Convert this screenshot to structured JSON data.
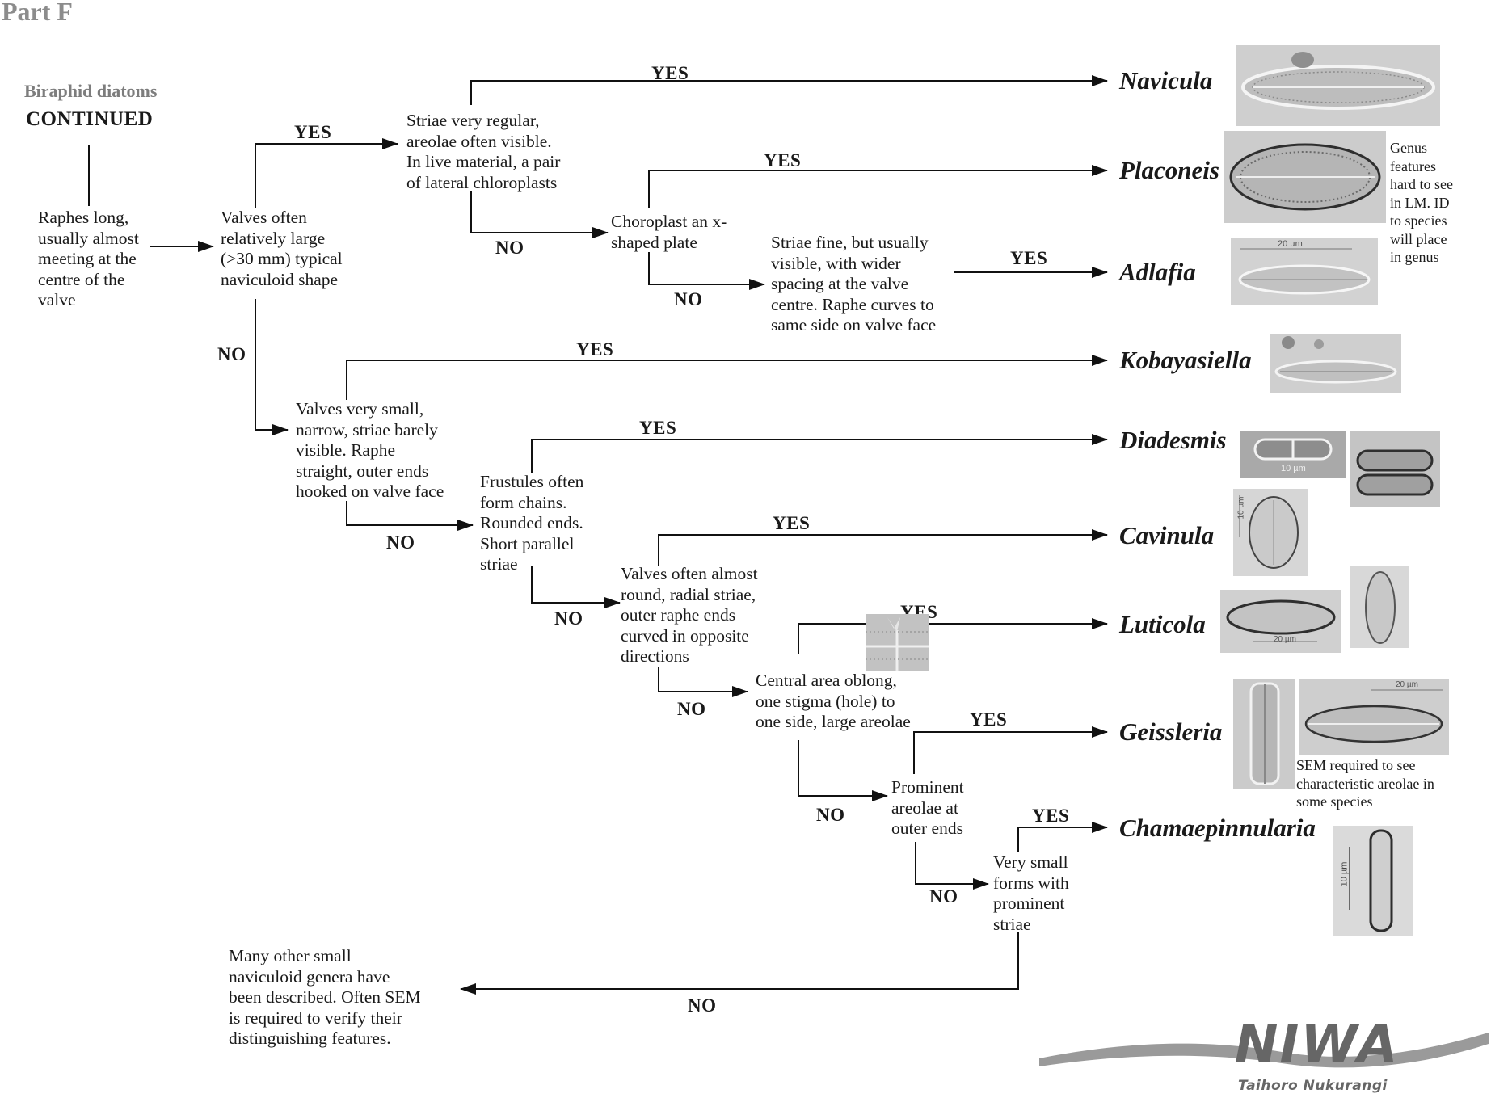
{
  "header": {
    "part": "Part F",
    "section": "Biraphid diatoms",
    "continued": "CONTINUED"
  },
  "nodes": {
    "raphes": "Raphes long,\nusually almost\nmeeting at the\ncentre of the\nvalve",
    "valves_large": "Valves often\nrelatively large\n(>30 mm) typical\nnaviculoid shape",
    "striae_regular": "Striae very regular,\nareolae often visible.\nIn live material, a pair\nof lateral chloroplasts",
    "chloroplast": "Choroplast an x-\nshaped plate",
    "striae_fine": "Striae fine, but usually\nvisible, with wider\nspacing at the valve\ncentre. Raphe curves to\nsame side on valve face",
    "valves_small": "Valves very small,\nnarrow, striae barely\nvisible. Raphe\nstraight, outer ends\nhooked on valve face",
    "frustules": "Frustules often\nform chains.\nRounded ends.\nShort parallel\nstriae",
    "valves_round": "Valves often almost\nround, radial striae,\nouter raphe ends\ncurved in opposite\ndirections",
    "central_area": "Central area oblong,\none stigma (hole) to\none side, large areolae",
    "prominent_areolae": "Prominent\nareolae at\nouter ends",
    "very_small": "Very small\nforms with\nprominent\nstriae",
    "many_other": "Many other small\nnaviculoid genera have\nbeen described. Often SEM\nis required to verify their\ndistinguishing features."
  },
  "labels": {
    "yes": "YES",
    "no": "NO"
  },
  "genera": {
    "navicula": "Navicula",
    "placoneis": "Placoneis",
    "adlafia": "Adlafia",
    "kobayasiella": "Kobayasiella",
    "diadesmis": "Diadesmis",
    "cavinula": "Cavinula",
    "luticola": "Luticola",
    "geissleria": "Geissleria",
    "chamaepinnularia": "Chamaepinnularia"
  },
  "notes": {
    "genus_features": "Genus\nfeatures\nhard to see\nin LM. ID\nto species\nwill place\nin genus",
    "sem_required": "SEM required to see\ncharacteristic areolae in\nsome species"
  },
  "scale_bars": {
    "adlafia": "20 µm",
    "diadesmis": "10 µm",
    "cavinula": "10 µm",
    "luticola": "20 µm",
    "geissleria": "20 µm",
    "chamaepinnularia": "10 µm"
  },
  "logo": {
    "name": "NIWA",
    "tagline": "Taihoro Nukurangi"
  },
  "colors": {
    "line": "#111111",
    "photo_bg": "#c9c9c9",
    "header_grey": "#8c8c8c"
  }
}
